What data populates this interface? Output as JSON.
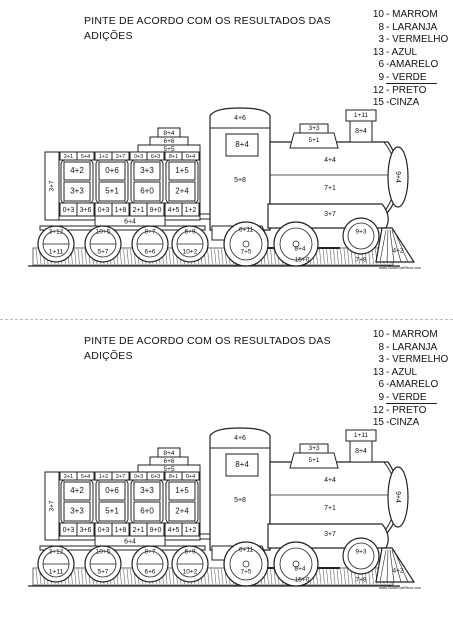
{
  "instructions": {
    "line1": "PINTE DE ACORDO COM OS RESULTADOS DAS",
    "line2": "ADIÇÕES"
  },
  "legend": [
    {
      "num": "10",
      "color": "- MARROM",
      "hex": "#7a4a22"
    },
    {
      "num": "8",
      "color": "- LARANJA",
      "hex": "#f08a1c"
    },
    {
      "num": "3",
      "color": "- VERMELHO",
      "hex": "#d62020"
    },
    {
      "num": "13",
      "color": "- AZUL",
      "hex": "#1f4fd6"
    },
    {
      "num": "6",
      "color": "-AMARELO",
      "hex": "#f2d21b"
    },
    {
      "num": "9",
      "color": "- VERDE",
      "hex": "#1f9a3a"
    },
    {
      "num": "12",
      "color": "- PRETO",
      "hex": "#000000"
    },
    {
      "num": "15",
      "color": "-CINZA",
      "hex": "#8a8a8a"
    }
  ],
  "sums": {
    "cab_top": "4+6",
    "cab_window": "8+4",
    "cab_body": "5+8",
    "steam_dome": "3+3",
    "dome_base": "5+1",
    "chimney": "1+11",
    "chimney_body": "8+4",
    "boiler_top": "4+4",
    "boiler_mid": "7+1",
    "boiler_front": "9+4",
    "running_board": "3+7",
    "coal_top": "8+4",
    "coal_mid": "6+6",
    "coal_low": "5+5",
    "wagon_side": "3+7",
    "wagon_top_cells": [
      "2+1",
      "5+4",
      "1+2",
      "2+7",
      "0+3",
      "6+3",
      "8+1",
      "0+4"
    ],
    "wagon_windows": [
      "4+2",
      "0+6",
      "3+3",
      "1+5",
      "3+3",
      "5+1",
      "6+0",
      "2+4"
    ],
    "wagon_bottom_cells": [
      "0+3",
      "3+6",
      "0+3",
      "1+8",
      "2+1",
      "9+0",
      "4+5",
      "1+2"
    ],
    "wagon_base": "6+4",
    "wagon_wheel_tops": [
      "3+12",
      "10+5",
      "8+7",
      "6+9"
    ],
    "wagon_wheel_bottoms": [
      "1+11",
      "5+7",
      "6+6",
      "10+2"
    ],
    "loco_wheel_top": "6+11",
    "loco_wheel_bottoms": [
      "7+5",
      "8+4",
      "15+0"
    ],
    "front_wheel": "9+3",
    "cowcatcher": "4+2",
    "front_bottom": "7+8"
  },
  "credit": "www.ClubeDosFilhos.com"
}
